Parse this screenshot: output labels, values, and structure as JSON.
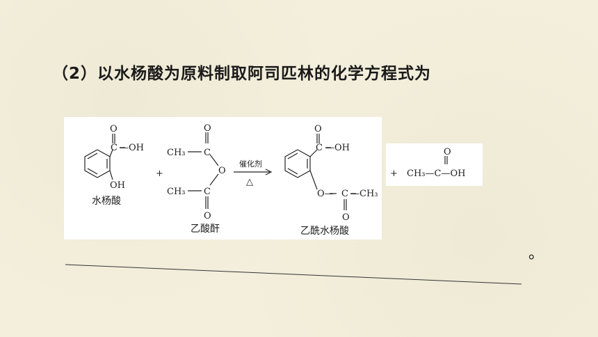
{
  "question": {
    "text": "（2）以水杨酸为原料制取阿司匹林的化学方程式为"
  },
  "reaction": {
    "reactant1_name": "水杨酸",
    "reactant2_name": "乙酸酐",
    "product1_name": "乙酰水杨酸",
    "catalyst": "催化剂",
    "condition": "△",
    "plus": "+",
    "atom_o": "O",
    "atom_c": "C",
    "atom_oh": "—OH",
    "atom_ch3": "CH₃",
    "oh_plain": "OH",
    "ch3_tail": "—CH₃",
    "ester_o": "O—",
    "acetic_acid": "CH₃—C—OH"
  },
  "ending_punctuation": "。",
  "colors": {
    "background": "#f3efdc",
    "text": "#1a1a1a",
    "panel": "#ffffff"
  }
}
